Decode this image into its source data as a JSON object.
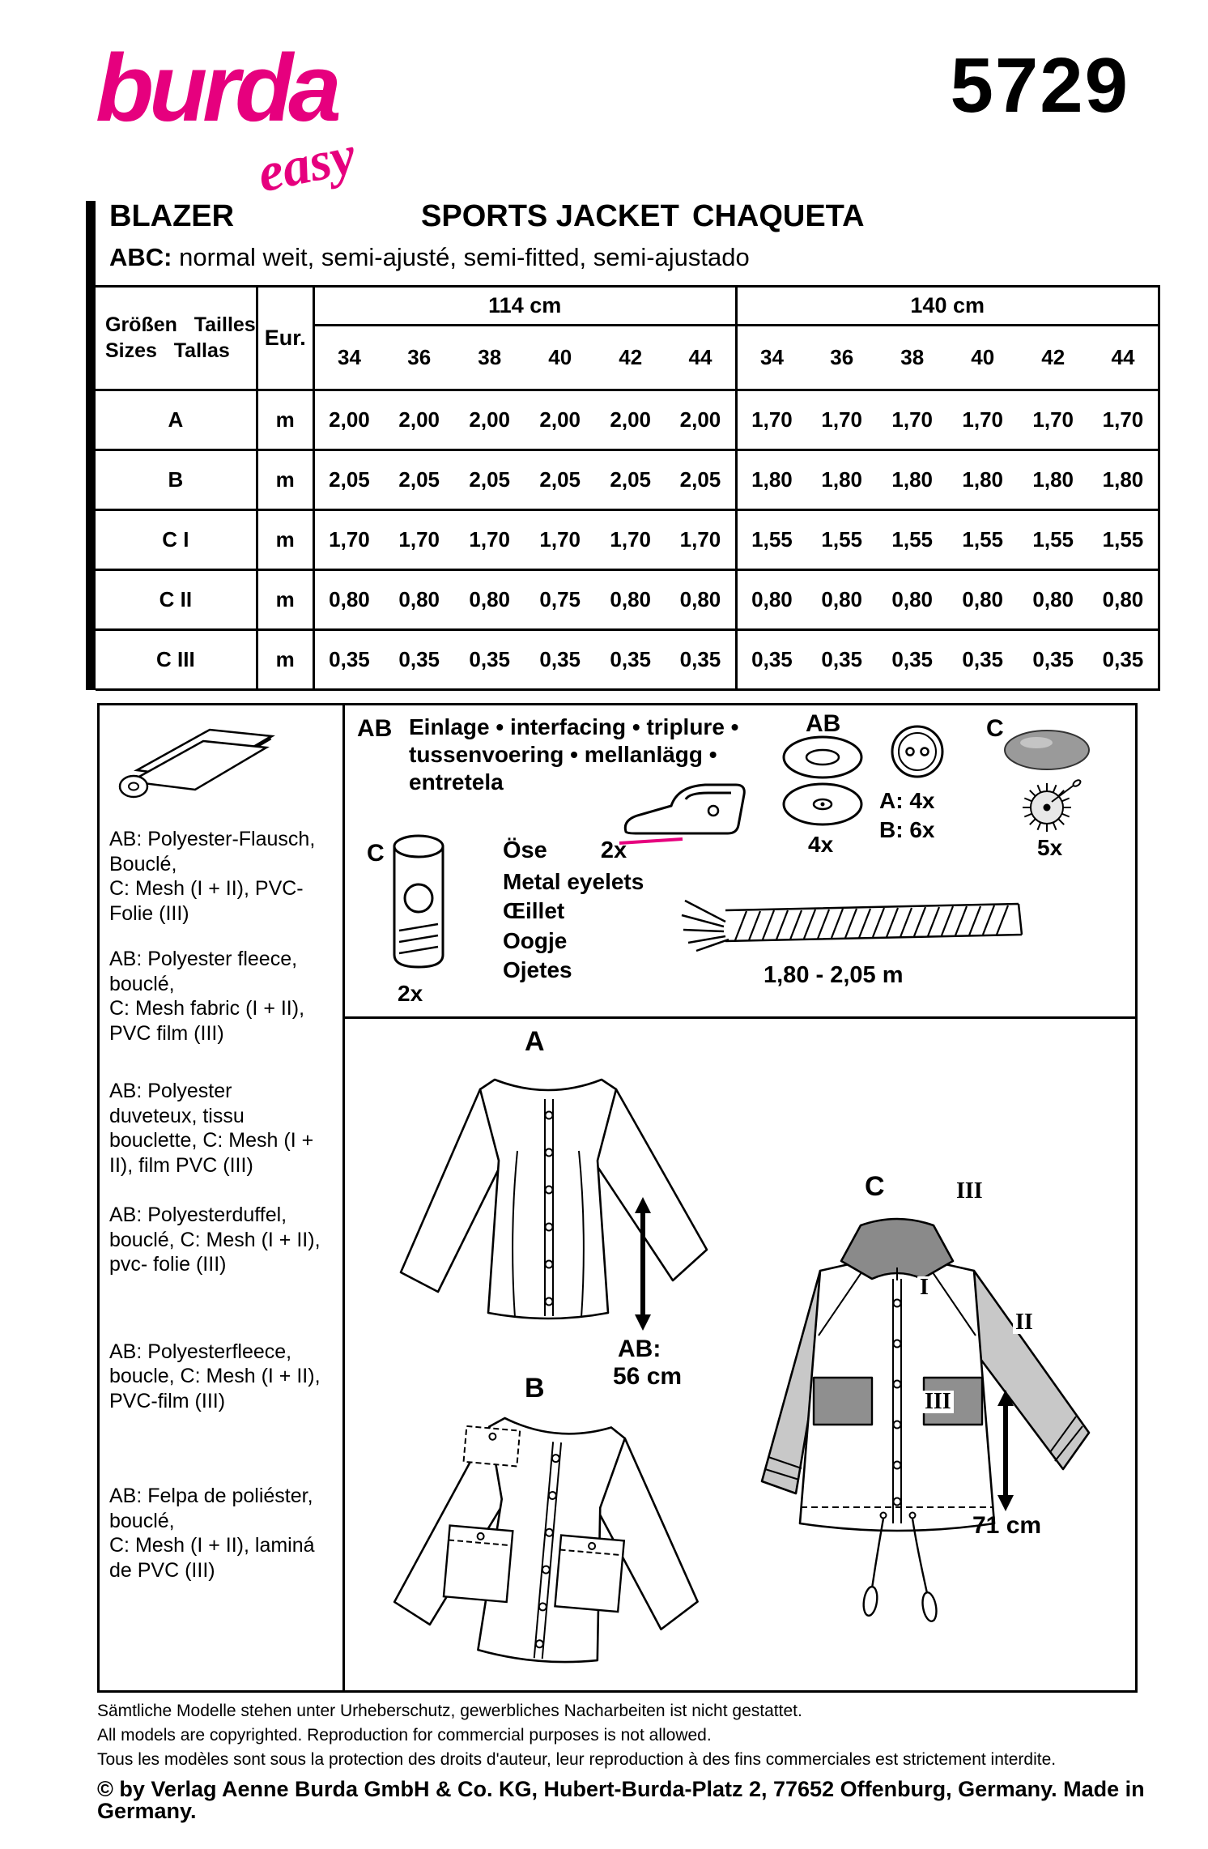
{
  "colors": {
    "brand_magenta": "#e6007e",
    "collar_gray": "#8a8a8a",
    "sleeve_gray": "#c8c8c8",
    "pocket_gray": "#8f8f8f"
  },
  "header": {
    "logo_main": "burda",
    "logo_script": "easy",
    "pattern_number": "5729",
    "title_de": "BLAZER",
    "title_en": "SPORTS JACKET",
    "title_es": "CHAQUETA",
    "fit_label": "ABC:",
    "fit_text": "normal weit, semi-ajusté, semi-fitted, semi-ajustado"
  },
  "fabric_table": {
    "width_group_1": "114 cm",
    "width_group_2": "140 cm",
    "size_header_line1": "Größen   Tailles",
    "size_header_line2": "Sizes   Tallas",
    "unit_header": "Eur.",
    "sizes": [
      "34",
      "36",
      "38",
      "40",
      "42",
      "44",
      "34",
      "36",
      "38",
      "40",
      "42",
      "44"
    ],
    "rows": [
      {
        "label": "A",
        "unit": "m",
        "values": [
          "2,00",
          "2,00",
          "2,00",
          "2,00",
          "2,00",
          "2,00",
          "1,70",
          "1,70",
          "1,70",
          "1,70",
          "1,70",
          "1,70"
        ]
      },
      {
        "label": "B",
        "unit": "m",
        "values": [
          "2,05",
          "2,05",
          "2,05",
          "2,05",
          "2,05",
          "2,05",
          "1,80",
          "1,80",
          "1,80",
          "1,80",
          "1,80",
          "1,80"
        ]
      },
      {
        "label": "C I",
        "unit": "m",
        "values": [
          "1,70",
          "1,70",
          "1,70",
          "1,70",
          "1,70",
          "1,70",
          "1,55",
          "1,55",
          "1,55",
          "1,55",
          "1,55",
          "1,55"
        ]
      },
      {
        "label": "C II",
        "unit": "m",
        "values": [
          "0,80",
          "0,80",
          "0,80",
          "0,75",
          "0,80",
          "0,80",
          "0,80",
          "0,80",
          "0,80",
          "0,80",
          "0,80",
          "0,80"
        ]
      },
      {
        "label": "C III",
        "unit": "m",
        "values": [
          "0,35",
          "0,35",
          "0,35",
          "0,35",
          "0,35",
          "0,35",
          "0,35",
          "0,35",
          "0,35",
          "0,35",
          "0,35",
          "0,35"
        ]
      }
    ]
  },
  "fabric_info": {
    "de": "AB: Polyester-Flausch,\nBouclé,\nC: Mesh (I + II), PVC-\nFolie (III)",
    "en": "AB: Polyester fleece,\nbouclé,\nC: Mesh fabric (I + II),\nPVC film (III)",
    "fr": "AB: Polyester\nduveteux, tissu\nbouclette, C: Mesh (I +\nII), film PVC (III)",
    "nl": "AB: Polyesterduffel,\nbouclé, C: Mesh (I + II),\npvc- folie (III)",
    "sv": "AB: Polyesterfleece,\nboucle, C: Mesh (I + II),\nPVC-film (III)",
    "es": "AB: Felpa de poliéster,\nbouclé,\nC: Mesh (I + II), laminá\nde PVC (III)"
  },
  "notions": {
    "interfacing_label": "AB",
    "interfacing_text": "Einlage • interfacing • triplure •\ntussenvoering • mellanlägg •\nentretela",
    "snaps_label": "AB",
    "snaps_qty": "4x",
    "buttons_qty_a": "A: 4x",
    "buttons_qty_b": "B: 6x",
    "washer_label": "C",
    "washer_qty": "5x",
    "toggle_label": "C",
    "toggle_qty": "2x",
    "eyelets_title": "Öse",
    "eyelets_qty": "2x",
    "eyelets_names": "Metal eyelets\nŒillet\nOogje\nOjetes",
    "cord_length": "1,80 - 2,05 m"
  },
  "views": {
    "a": "A",
    "b": "B",
    "c": "C",
    "ab_length_prefix": "AB:",
    "ab_length": "56 cm",
    "c_length": "71 cm",
    "num_1": "I",
    "num_2": "II",
    "num_3": "III",
    "num_3_top": "III"
  },
  "footer": {
    "de": "Sämtliche Modelle stehen unter Urheberschutz, gewerbliches Nacharbeiten ist nicht gestattet.",
    "en": "All models are copyrighted. Reproduction for commercial purposes is not allowed.",
    "fr": "Tous les modèles sont sous la protection des droits d'auteur, leur reproduction à des fins commerciales est strictement interdite.",
    "copyright": "© by Verlag Aenne Burda GmbH & Co. KG, Hubert-Burda-Platz 2, 77652 Offenburg, Germany. Made in Germany."
  }
}
